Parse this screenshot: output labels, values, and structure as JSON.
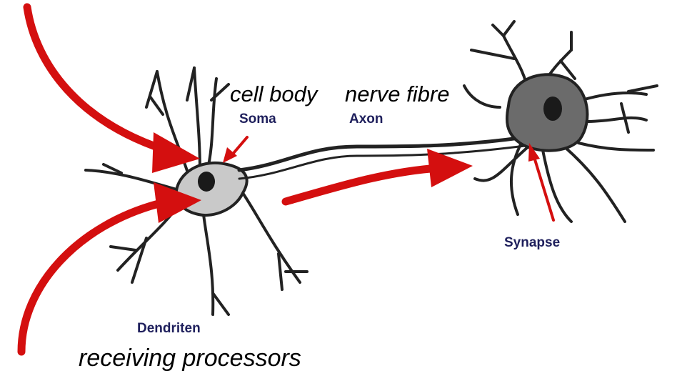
{
  "labels": {
    "cell_body": "cell body",
    "nerve_fibre": "nerve fibre",
    "soma": "Soma",
    "axon": "Axon",
    "synapse": "Synapse",
    "dendriten": "Dendriten",
    "receiving_processors": "receiving processors"
  },
  "colors": {
    "arrow": "#d40f0f",
    "cell_fill_left": "#c9c9c9",
    "cell_fill_right": "#6b6b6b",
    "nucleus": "#1a1a1a",
    "outline": "#222222",
    "label_bold": "#1e1f5c"
  }
}
